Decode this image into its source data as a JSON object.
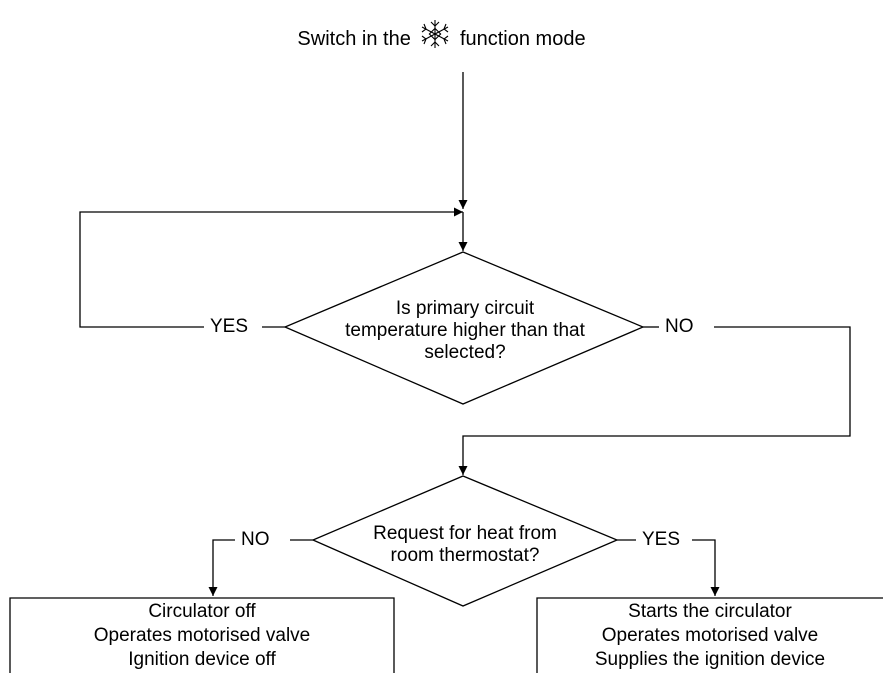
{
  "title": {
    "prefix": "Switch in the",
    "icon": "snowflake-icon",
    "suffix": "function mode"
  },
  "decision1": {
    "lines": [
      "Is primary circuit",
      "temperature higher than that",
      "selected?"
    ],
    "yes_label": "YES",
    "no_label": "NO"
  },
  "decision2": {
    "lines": [
      "Request for heat from",
      "room thermostat?"
    ],
    "yes_label": "YES",
    "no_label": "NO"
  },
  "left_box": {
    "lines": [
      "Circulator off",
      "Operates motorised valve",
      "Ignition device off"
    ]
  },
  "right_box": {
    "lines": [
      "Starts the circulator",
      "Operates motorised valve",
      "Supplies the ignition device"
    ]
  }
}
